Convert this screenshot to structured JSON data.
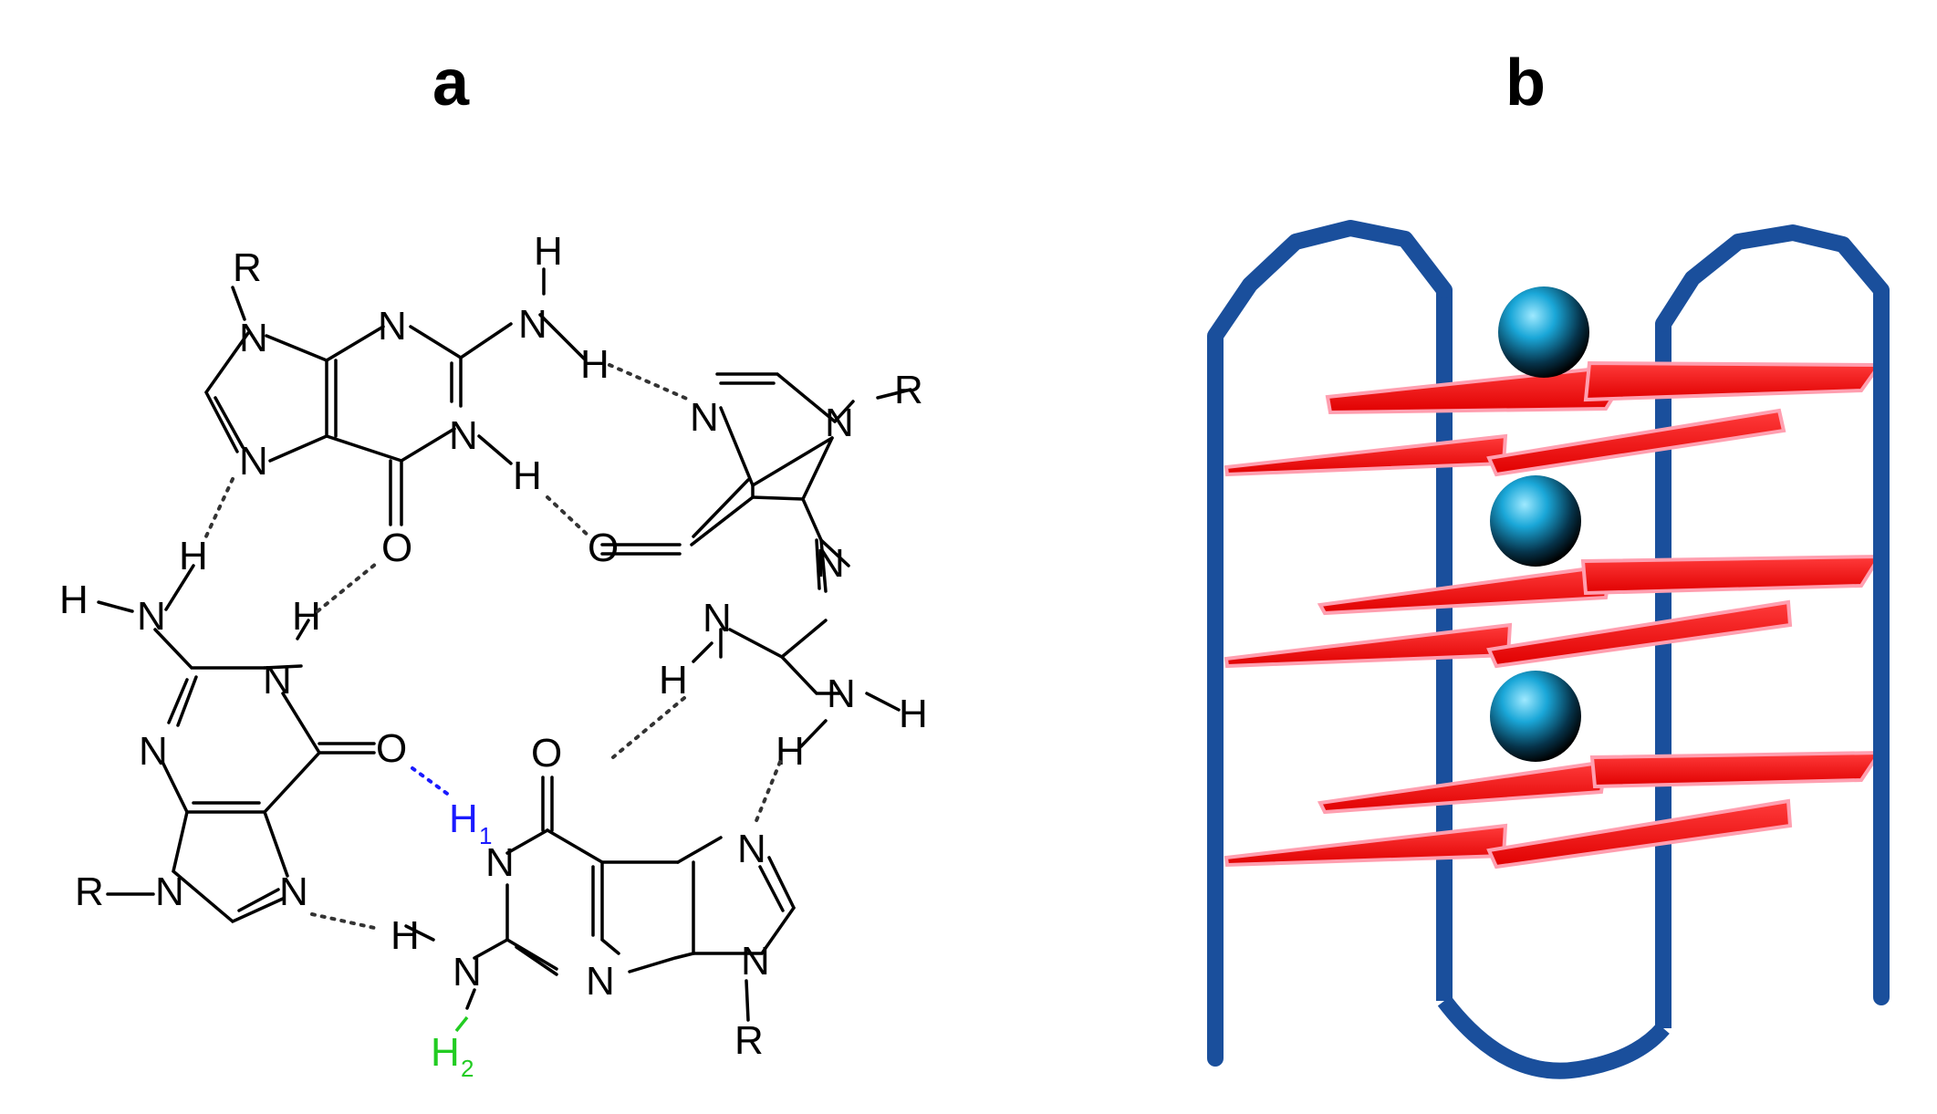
{
  "panels": {
    "a": {
      "label": "a"
    },
    "b": {
      "label": "b"
    }
  },
  "atoms": {
    "R": "R",
    "N": "N",
    "H": "H",
    "O": "O",
    "h1_base": "H",
    "h1_sub": "1",
    "h2_base": "H",
    "h2_sub": "2"
  },
  "colors": {
    "h1": "#1a1aff",
    "h2": "#22cc22",
    "strand": "#1a4f9c",
    "plate": "#ff0000",
    "plate_edge": "#ff9fb0",
    "ion": "#1aa7d8"
  }
}
